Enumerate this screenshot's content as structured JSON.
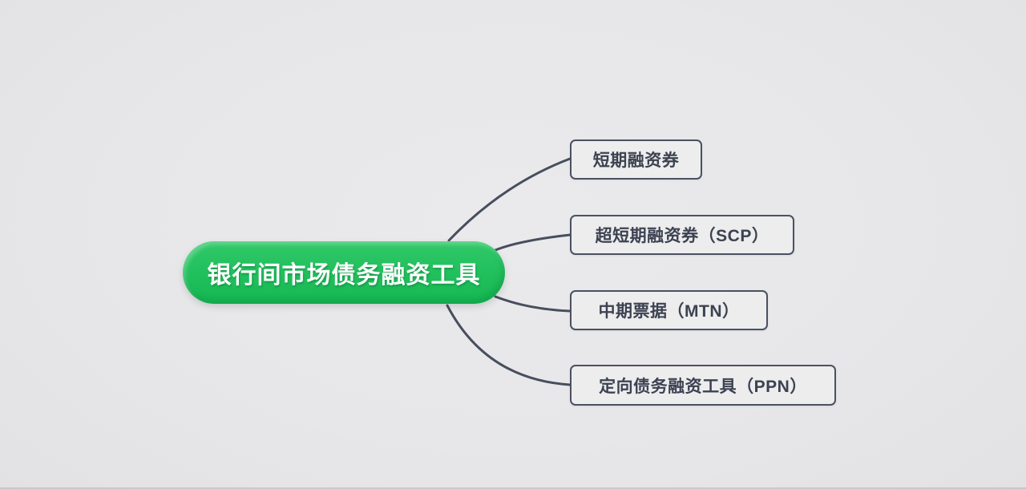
{
  "mindmap": {
    "root": {
      "label": "银行间市场债务融资工具",
      "fill_color": "#21c05d",
      "text_color": "#ffffff"
    },
    "children": [
      {
        "label": "短期融资券"
      },
      {
        "label": "超短期融资券（SCP）"
      },
      {
        "label": "中期票据（MTN）"
      },
      {
        "label": "定向债务融资工具（PPN）"
      }
    ],
    "connector_color": "#474e5d",
    "box_border_color": "#4a5161",
    "box_text_color": "#3c4251",
    "background_color": "#e7e7e9"
  }
}
